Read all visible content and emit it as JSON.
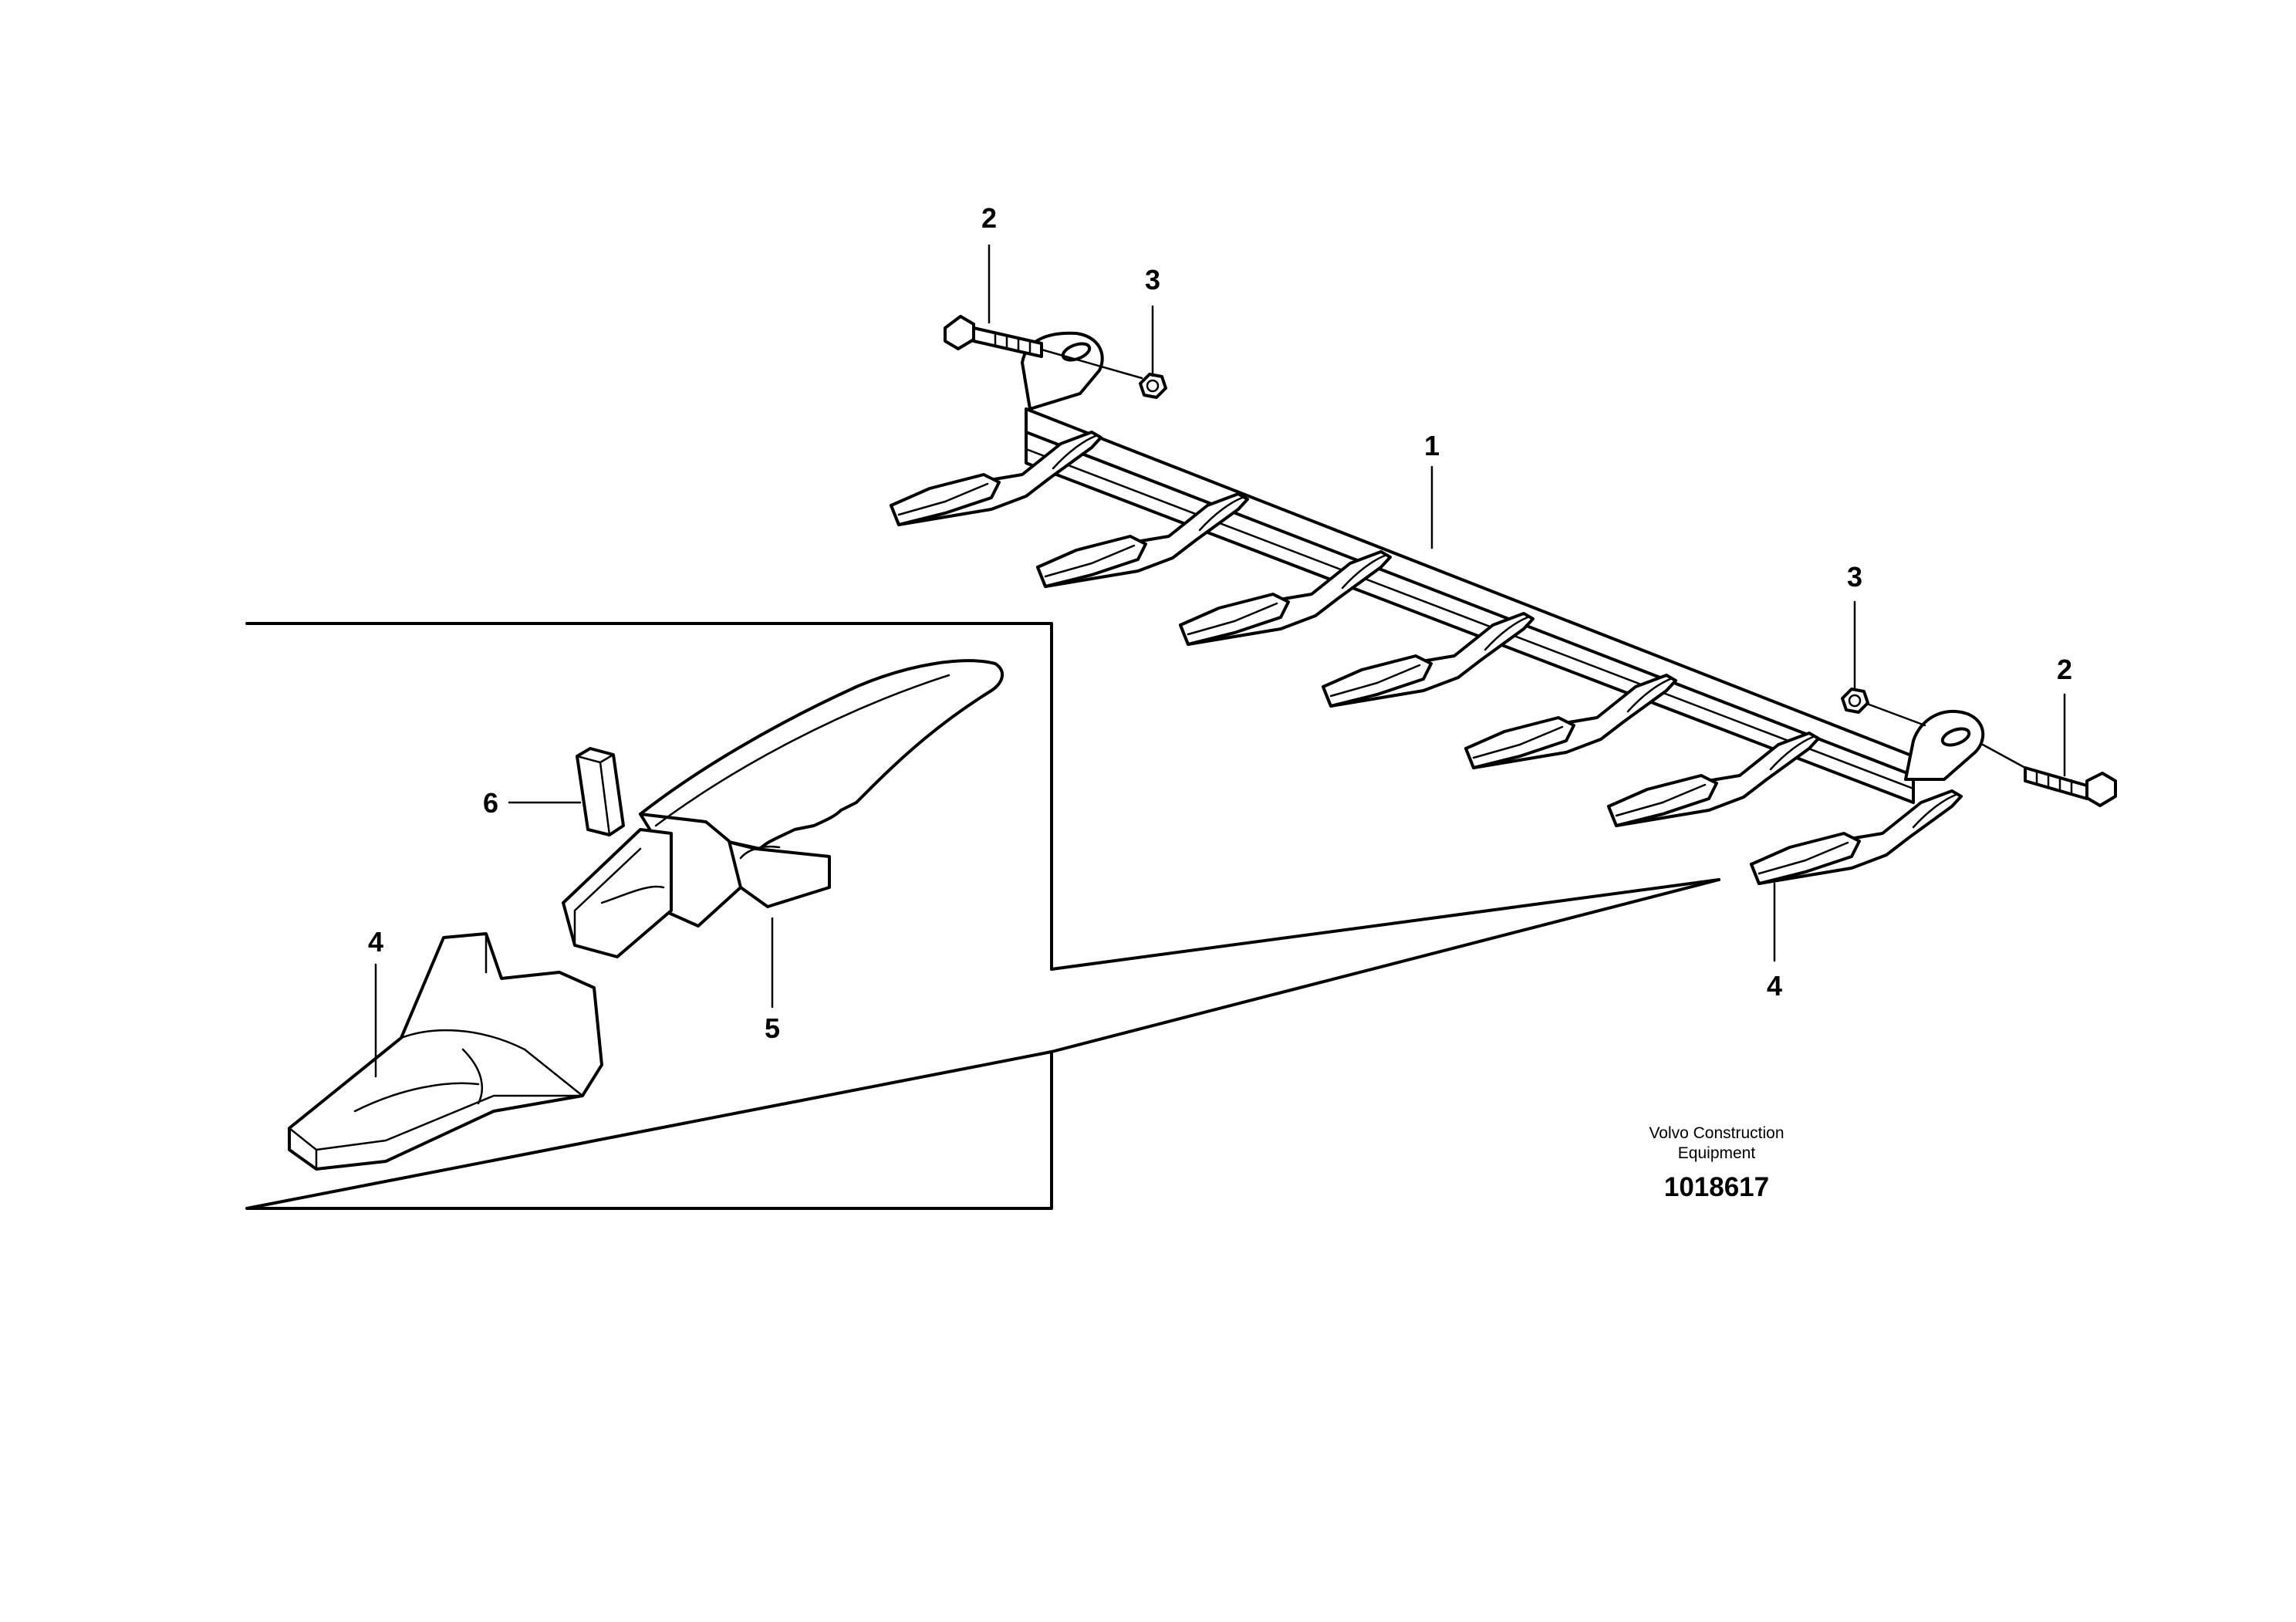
{
  "callouts": {
    "bar": "1",
    "bolt_left": "2",
    "nut_left": "3",
    "nut_right": "3",
    "bolt_right": "2",
    "tip_main": "4",
    "tip_detail": "4",
    "adapter_detail": "5",
    "pin_detail": "6"
  },
  "footer": {
    "brand_line1": "Volvo Construction",
    "brand_line2": "Equipment",
    "doc_number": "1018617"
  }
}
